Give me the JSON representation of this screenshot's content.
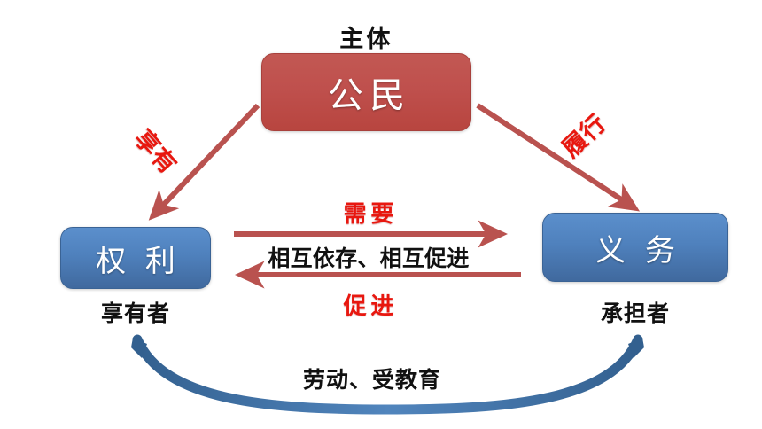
{
  "diagram": {
    "title_caption": "主体",
    "colors": {
      "subject_box": "#bf504d",
      "node_box": "#4f81bd",
      "red_arrow": "#b9524f",
      "red_text": "#e8170f",
      "black_text": "#111111",
      "arc": "#3f6fa5",
      "background": "#ffffff"
    },
    "nodes": [
      {
        "id": "subject",
        "label": "公民",
        "caption": "主体",
        "color": "#bf504d"
      },
      {
        "id": "rights",
        "label": "权 利",
        "caption": "享有者",
        "color": "#4f81bd"
      },
      {
        "id": "duties",
        "label": "义 务",
        "caption": "承担者",
        "color": "#4f81bd"
      }
    ],
    "edges": [
      {
        "id": "enjoy",
        "label": "享有",
        "from": "subject",
        "to": "rights",
        "color": "#e8170f"
      },
      {
        "id": "perform",
        "label": "履行",
        "from": "subject",
        "to": "duties",
        "color": "#e8170f"
      },
      {
        "id": "need",
        "label": "需要",
        "from": "rights",
        "to": "duties",
        "color": "#e8170f"
      },
      {
        "id": "promote",
        "label": "促进",
        "from": "duties",
        "to": "rights",
        "color": "#e8170f"
      },
      {
        "id": "mutual",
        "label": "相互依存、相互促进",
        "from": "rights",
        "to": "duties",
        "color": "#111111"
      },
      {
        "id": "arc",
        "label": "劳动、受教育",
        "from": "rights",
        "to": "duties",
        "color": "#111111"
      }
    ]
  }
}
